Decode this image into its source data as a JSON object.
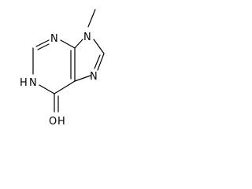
{
  "molecule": {
    "atoms": {
      "n_methyl": "N",
      "methyl_sub": "",
      "n_top": "N",
      "n_right": "N",
      "nh_left": "N",
      "nh_h": "H",
      "oh_o": "O",
      "oh_h": "H"
    },
    "colors": {
      "bond": "#000000",
      "text": "#000000",
      "background": "#ffffff"
    }
  }
}
